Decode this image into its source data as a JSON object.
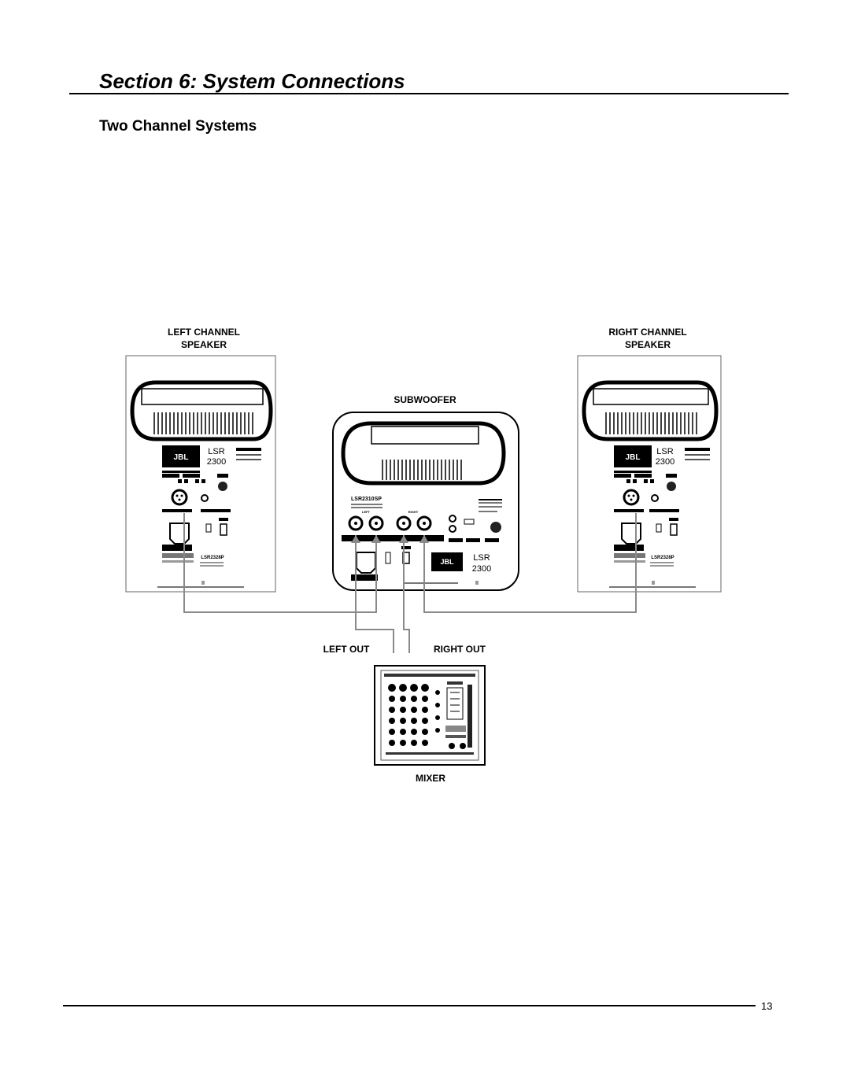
{
  "header": {
    "section_title": "Section 6: System Connections",
    "subtitle": "Two Channel Systems"
  },
  "diagram": {
    "left_speaker": {
      "label_line1": "LEFT CHANNEL",
      "label_line2": "SPEAKER",
      "brand": "JBL",
      "series_name": "LSR",
      "series_number": "2300",
      "model": "LSR2328P"
    },
    "right_speaker": {
      "label_line1": "RIGHT CHANNEL",
      "label_line2": "SPEAKER",
      "brand": "JBL",
      "series_name": "LSR",
      "series_number": "2300",
      "model": "LSR2328P"
    },
    "subwoofer": {
      "label": "SUBWOOFER",
      "model": "LSR2310SP",
      "left_input": "LEFT",
      "right_input": "RIGHT",
      "brand": "JBL",
      "series_name": "LSR",
      "series_number": "2300"
    },
    "outputs": {
      "left_out": "LEFT OUT",
      "right_out": "RIGHT OUT"
    },
    "mixer": {
      "label": "MIXER"
    }
  },
  "footer": {
    "page_number": "13"
  },
  "colors": {
    "ink": "#000000",
    "cable": "#8a8a8a",
    "panel_outline": "#555555"
  }
}
